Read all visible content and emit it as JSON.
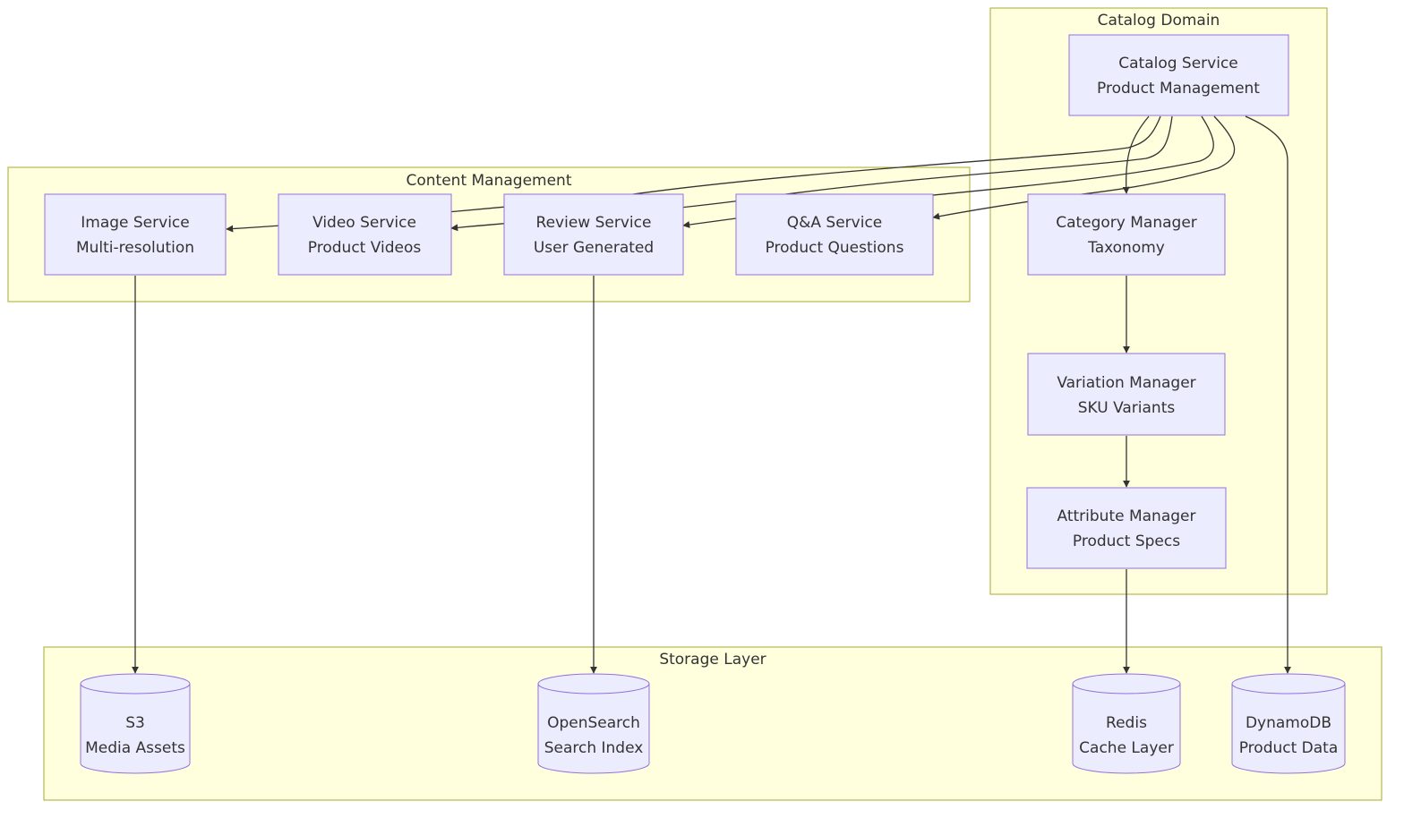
{
  "clusters": {
    "catalog_domain": "Catalog Domain",
    "content_management": "Content Management",
    "storage_layer": "Storage Layer"
  },
  "nodes": {
    "catalog_service": [
      "Catalog Service",
      "Product Management"
    ],
    "category_manager": [
      "Category Manager",
      "Taxonomy"
    ],
    "variation_manager": [
      "Variation Manager",
      "SKU Variants"
    ],
    "attribute_manager": [
      "Attribute Manager",
      "Product Specs"
    ],
    "image_service": [
      "Image Service",
      "Multi-resolution"
    ],
    "video_service": [
      "Video Service",
      "Product Videos"
    ],
    "review_service": [
      "Review Service",
      "User Generated"
    ],
    "qa_service": [
      "Q&A Service",
      "Product Questions"
    ],
    "s3": [
      "S3",
      "Media Assets"
    ],
    "opensearch": [
      "OpenSearch",
      "Search Index"
    ],
    "redis": [
      "Redis",
      "Cache Layer"
    ],
    "dynamodb": [
      "DynamoDB",
      "Product Data"
    ]
  },
  "colors": {
    "cluster_fill": "#ffffde",
    "cluster_stroke": "#aaaa33",
    "node_fill": "#ececff",
    "node_stroke": "#9370db",
    "edge": "#333333",
    "text": "#333333"
  }
}
